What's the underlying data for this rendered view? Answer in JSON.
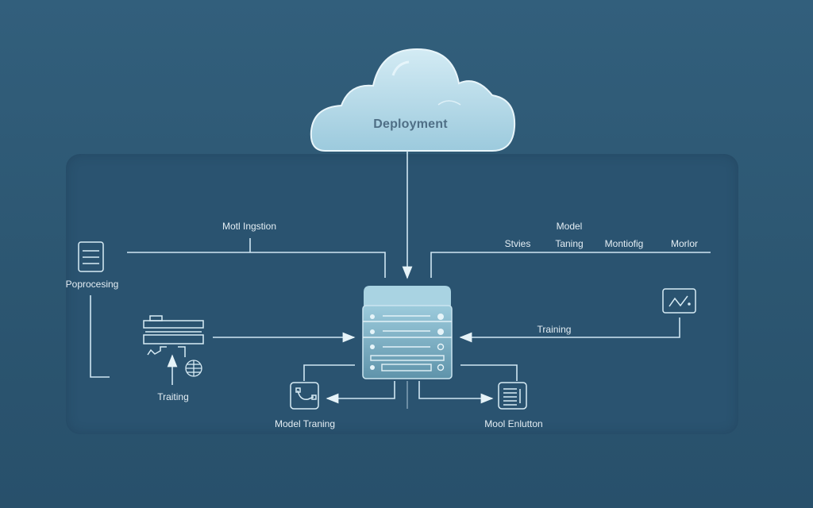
{
  "cloud": {
    "label": "Deployment"
  },
  "labels": {
    "model_ingestion": "Motl Ingstion",
    "preprocessing": "Poprocesing",
    "model_top": "Model",
    "styles": "Stvies",
    "training_top": "Taning",
    "monitoring": "Montiofig",
    "monitor": "Morlor",
    "training_left": "Traiting",
    "training_right": "Training",
    "model_training": "Model Traning",
    "model_evaluation": "Mool Enlutton"
  },
  "colors": {
    "background": "#2e5a77",
    "panel": "#2a5370",
    "line": "#cfe6f2",
    "cloud": "#b5d8e6",
    "server": "#7fb2c6"
  }
}
